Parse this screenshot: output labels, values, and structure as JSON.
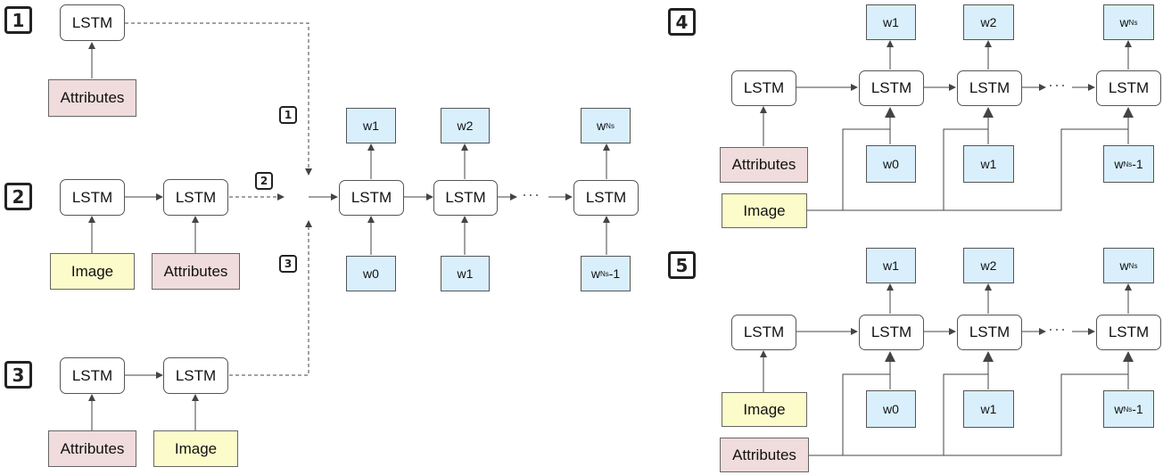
{
  "labels": {
    "lstm": "LSTM",
    "attributes": "Attributes",
    "image": "Image",
    "ellipsis": "···"
  },
  "words": {
    "w1": "w1",
    "w2": "w2",
    "w0": "w0",
    "w_ns_base": "w",
    "w_ns_sub": "Ns",
    "w_ns_minus": "-1"
  },
  "badges": {
    "b1": "1",
    "b2": "2",
    "b3": "3",
    "b4": "4",
    "b5": "5"
  },
  "colors": {
    "attributes": "#f0dcdc",
    "image": "#fcfccb",
    "word": "#d9effc",
    "lstm": "#ffffff"
  }
}
